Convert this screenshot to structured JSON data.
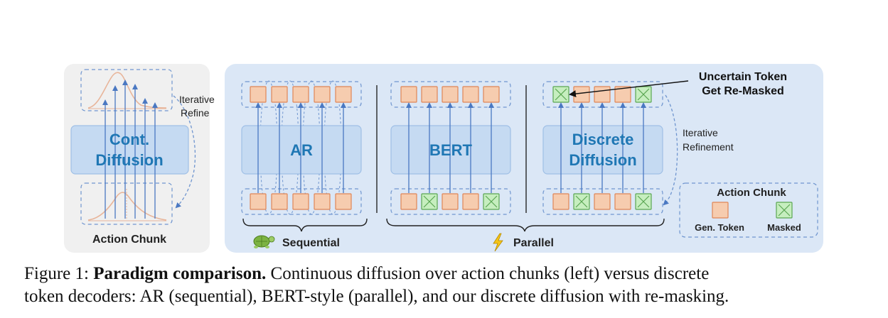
{
  "left_panel": {
    "model_label_line1": "Cont.",
    "model_label_line2": "Diffusion",
    "annotation_line1": "Iterative",
    "annotation_line2": "Refine",
    "bottom_label": "Action Chunk"
  },
  "ar_panel": {
    "model_label": "AR",
    "group_label": "Sequential"
  },
  "bert_panel": {
    "model_label": "BERT"
  },
  "dd_panel": {
    "model_label_line1": "Discrete",
    "model_label_line2": "Diffusion",
    "callout_line1": "Uncertain Token",
    "callout_line2": "Get Re-Masked",
    "annotation_line1": "Iterative",
    "annotation_line2": "Refinement"
  },
  "parallel_label": "Parallel",
  "legend": {
    "title": "Action Chunk",
    "gen_label": "Gen. Token",
    "masked_label": "Masked"
  },
  "caption": {
    "prefix": "Figure 1: ",
    "bold": "Paradigm comparison.",
    "rest_line1": " Continuous diffusion over action chunks (left) versus discrete",
    "line2": "token decoders: AR (sequential), BERT-style (parallel), and our discrete diffusion with re-masking."
  },
  "colors": {
    "left_bg": "#f0f0f0",
    "right_bg": "#dbe7f6",
    "model_box": "#c5daf2",
    "model_stroke": "#9fbfe6",
    "model_text": "#1f77b4",
    "gen_token": "#f6ccaf",
    "gen_token_stroke": "#e08656",
    "masked_token": "#c6eebf",
    "masked_token_stroke": "#5aa652",
    "arrow": "#4a78c2",
    "curve": "#e8b59a"
  }
}
